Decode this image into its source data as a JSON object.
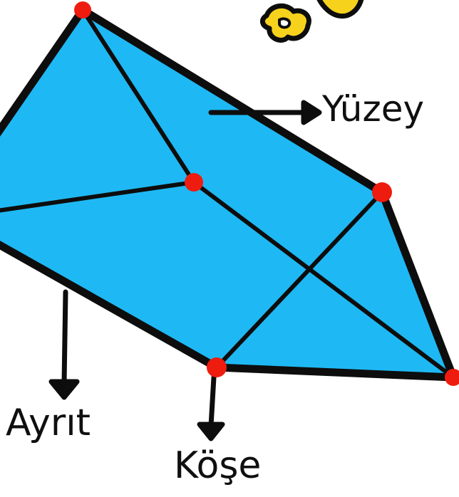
{
  "labels": {
    "surface": "Yüzey",
    "edge": "Ayrıt",
    "vertex": "Köşe"
  },
  "colors": {
    "face_fill": "#1EB9F4",
    "stroke": "#0d0d0d",
    "vertex": "#EE1C0F",
    "decoration": "#F7D21C"
  }
}
